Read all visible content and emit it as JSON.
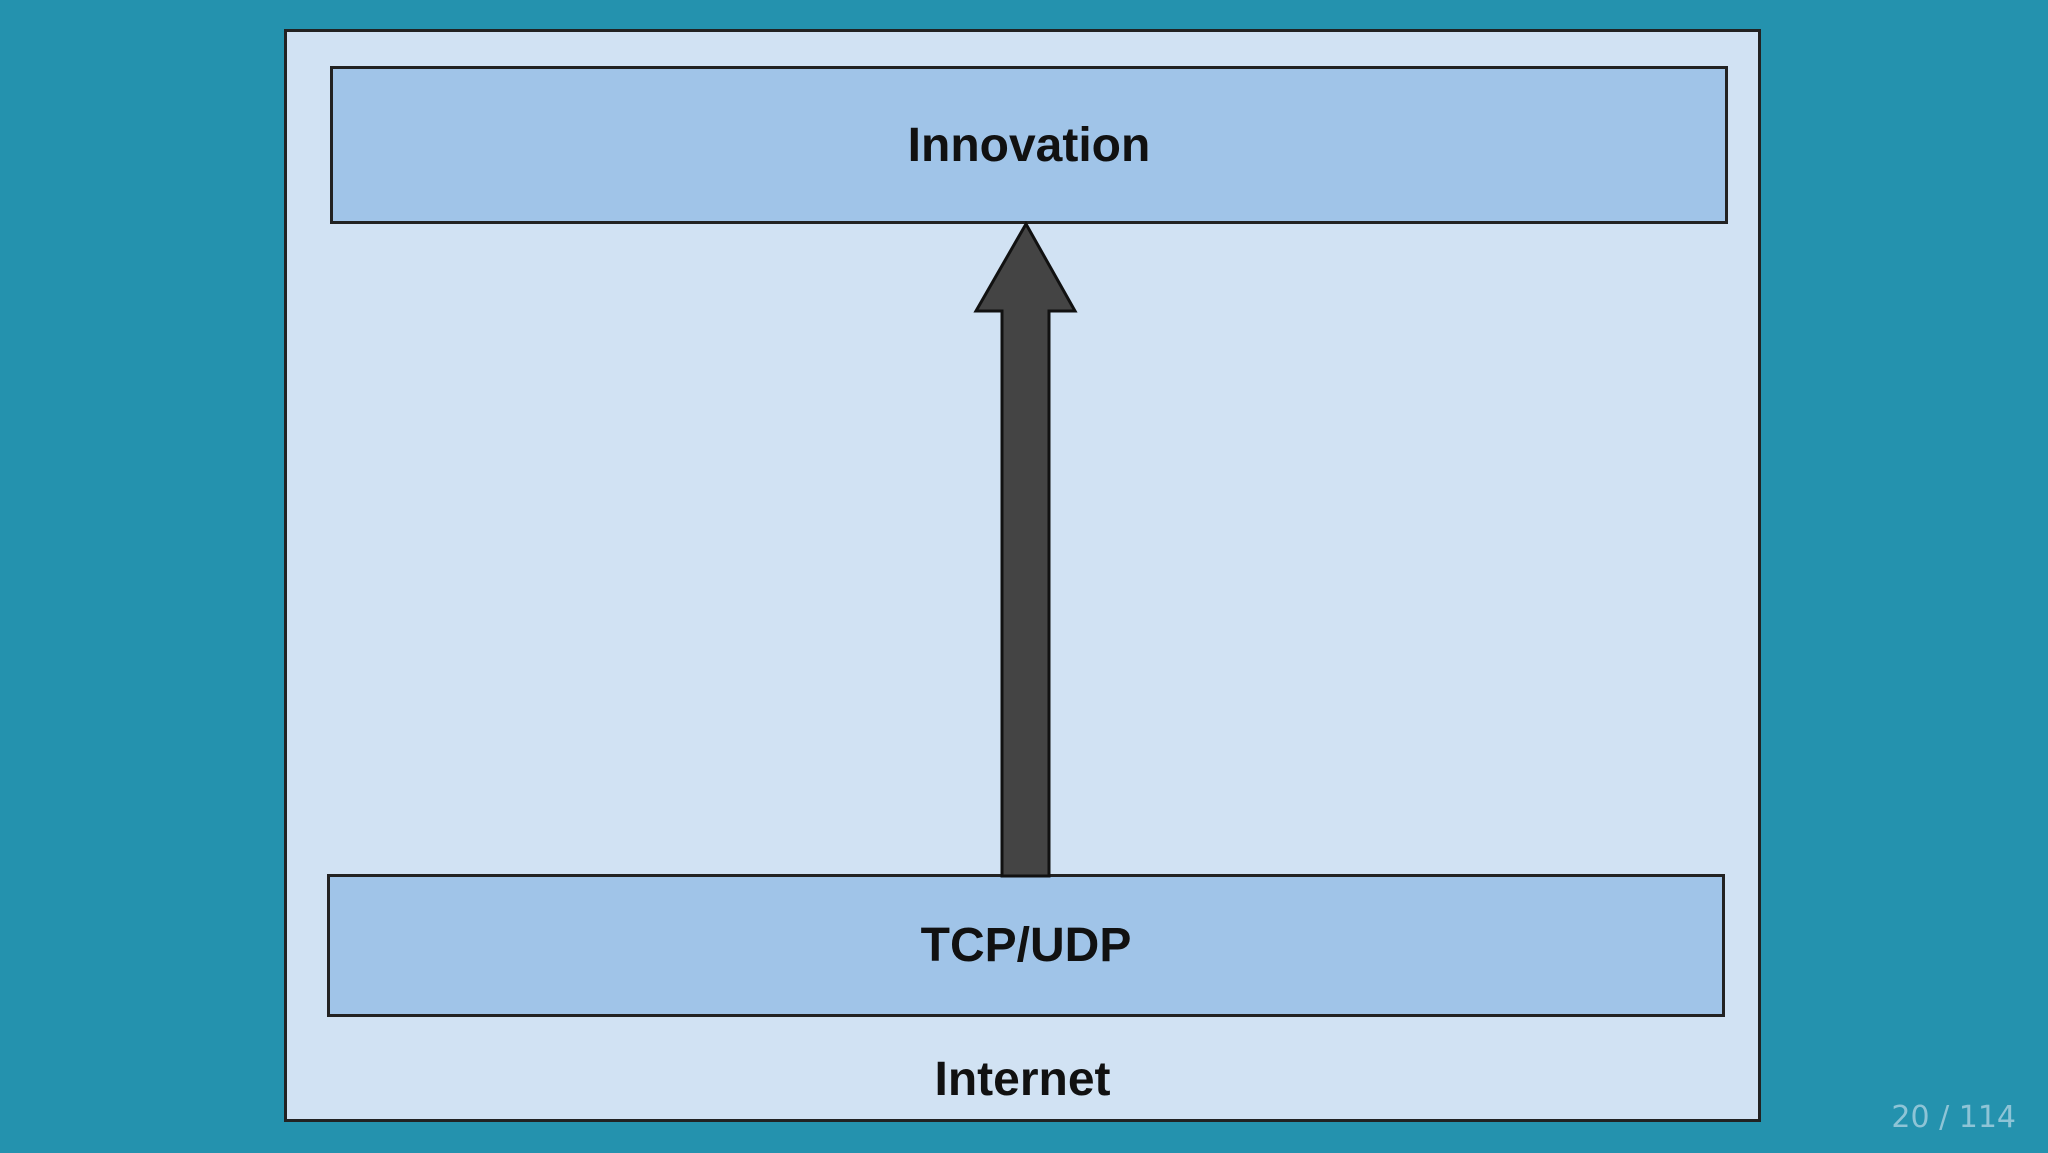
{
  "diagram": {
    "top_box_label": "Innovation",
    "bottom_box_label": "TCP/UDP",
    "base_label": "Internet"
  },
  "pagination": {
    "counter": "20 / 114"
  },
  "colors": {
    "background": "#2492ae",
    "frame": "#d1e2f3",
    "box": "#a0c4e8",
    "arrow": "#444444"
  },
  "icons": {
    "arrow": "arrow-up-icon"
  }
}
